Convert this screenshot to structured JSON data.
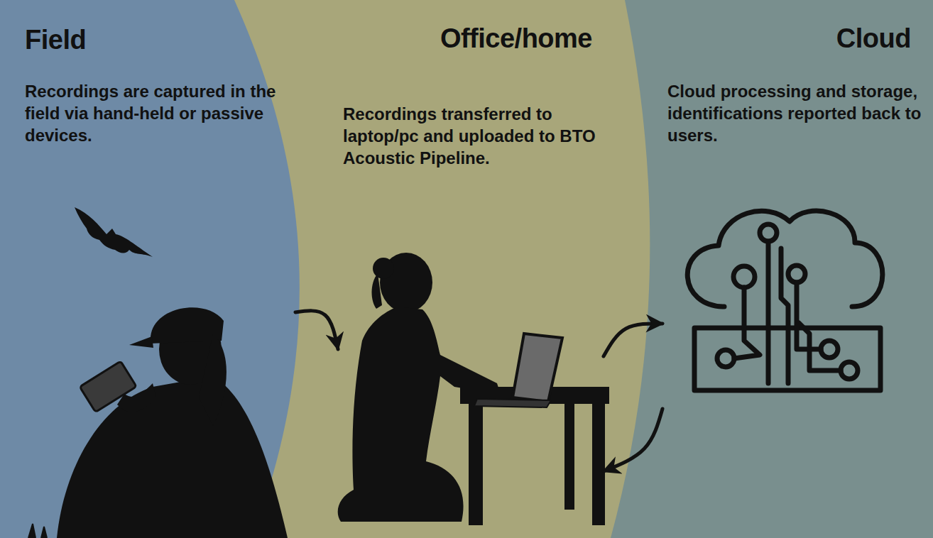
{
  "diagram": {
    "nodes": [
      {
        "text": [
          "Field",
          "Recordings are captured in the field via hand-held or passive devices."
        ]
      },
      {
        "text": [
          "Office/home",
          "Recordings transferred to laptop/pc and uploaded to BTO Acoustic Pipeline."
        ]
      },
      {
        "text": [
          "Cloud",
          "Cloud processing and storage, identifications reported back to users."
        ]
      }
    ],
    "edges": [
      {
        "from": 0,
        "to": 1,
        "arrow": "to"
      },
      {
        "from": 1,
        "to": 2,
        "arrow": "to"
      },
      {
        "from": 2,
        "to": 1,
        "arrow": "to"
      }
    ]
  }
}
